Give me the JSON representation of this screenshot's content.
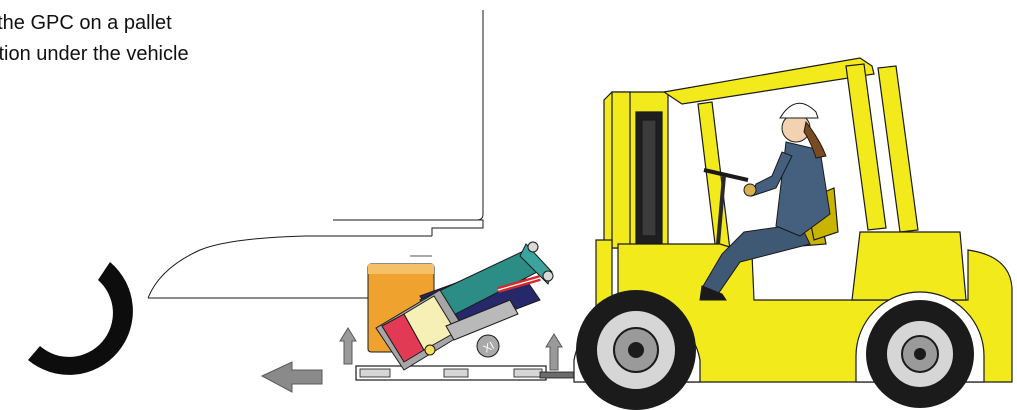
{
  "caption": {
    "line1": "f the GPC on a pallet",
    "line2": "ition under the vehicle"
  },
  "labels": {
    "unit_marking": "XI"
  },
  "colors": {
    "forklift_yellow": "#F3EA1C",
    "outline": "#1a1a1a",
    "tire": "#0d0d0d",
    "arrow_gray": "#8a8a8a",
    "gpc_orange": "#F0A22E",
    "gpc_teal": "#2C8C86",
    "gpc_navy": "#27286B",
    "gpc_red": "#E23A55",
    "gpc_cream": "#F7F0B6",
    "worker_blue": "#45607F"
  },
  "icons": [
    "left-arrow-icon",
    "up-arrow-icon",
    "hard-hat-icon"
  ]
}
